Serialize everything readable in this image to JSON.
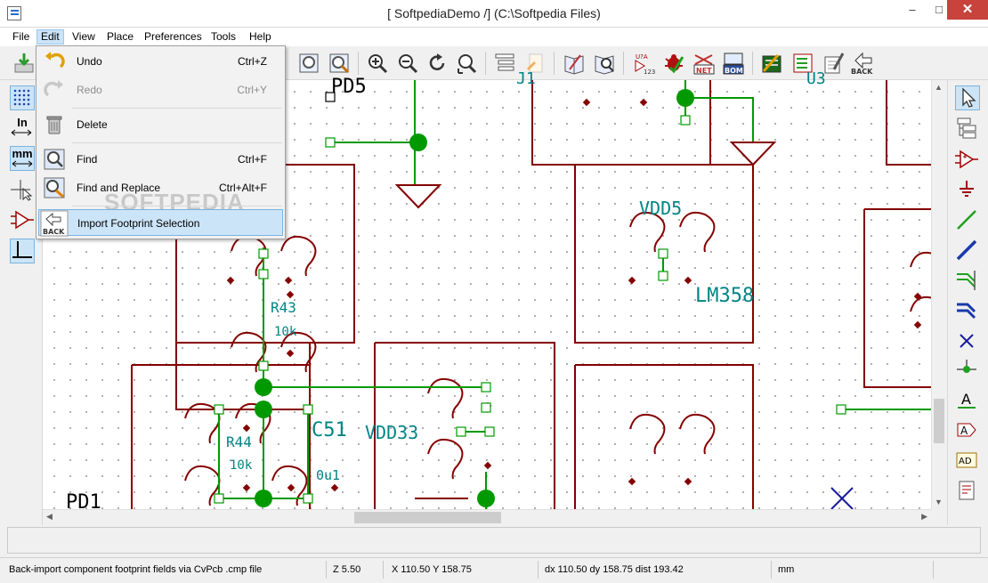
{
  "window": {
    "title": "[ SoftpediaDemo /] (C:\\Softpedia Files)",
    "minimize": "–",
    "maximize": "□",
    "close": "✕"
  },
  "menubar": {
    "items": [
      "File",
      "Edit",
      "View",
      "Place",
      "Preferences",
      "Tools",
      "Help"
    ],
    "open_menu": "Edit"
  },
  "edit_menu": {
    "items": [
      {
        "label": "Undo",
        "shortcut": "Ctrl+Z",
        "icon": "undo-icon",
        "enabled": true
      },
      {
        "label": "Redo",
        "shortcut": "Ctrl+Y",
        "icon": "redo-icon",
        "enabled": false
      },
      {
        "label": "Delete",
        "shortcut": "",
        "icon": "trash-icon",
        "enabled": true
      },
      {
        "label": "Find",
        "shortcut": "Ctrl+F",
        "icon": "find-icon",
        "enabled": true
      },
      {
        "label": "Find and Replace",
        "shortcut": "Ctrl+Alt+F",
        "icon": "find-replace-icon",
        "enabled": true
      },
      {
        "label": "Import Footprint Selection",
        "shortcut": "",
        "icon": "back-import-icon",
        "enabled": true,
        "highlighted": true
      }
    ],
    "watermark": "SOFTPEDIA"
  },
  "toolbar": {
    "back_label": "BACK",
    "net_label": "NET",
    "bom_label": "BOM",
    "annotate_label": "U?A",
    "annotate_sub": "123"
  },
  "left_toolbar": {
    "units_in": "In",
    "units_mm": "mm"
  },
  "schematic": {
    "labels": {
      "pd5": "PD5",
      "pd1": "PD1",
      "vdd5": "VDD5",
      "lm358": "LM358",
      "r43": "R43",
      "r43_val": "10k",
      "r44": "R44",
      "r44_val": "10k",
      "c51": "C51",
      "c51_val": "0u1",
      "vdd33": "VDD33",
      "j1": "J1",
      "u3": "U3"
    }
  },
  "statusbar": {
    "message": "Back-import component footprint fields via CvPcb .cmp file",
    "zoom": "Z 5.50",
    "coords": "X 110.50  Y 158.75",
    "delta": "dx 110.50  dy 158.75  dist 193.42",
    "units": "mm"
  },
  "colors": {
    "wire": "#009900",
    "component": "#840000",
    "label": "#008484",
    "highlight": "#cce4f7"
  }
}
